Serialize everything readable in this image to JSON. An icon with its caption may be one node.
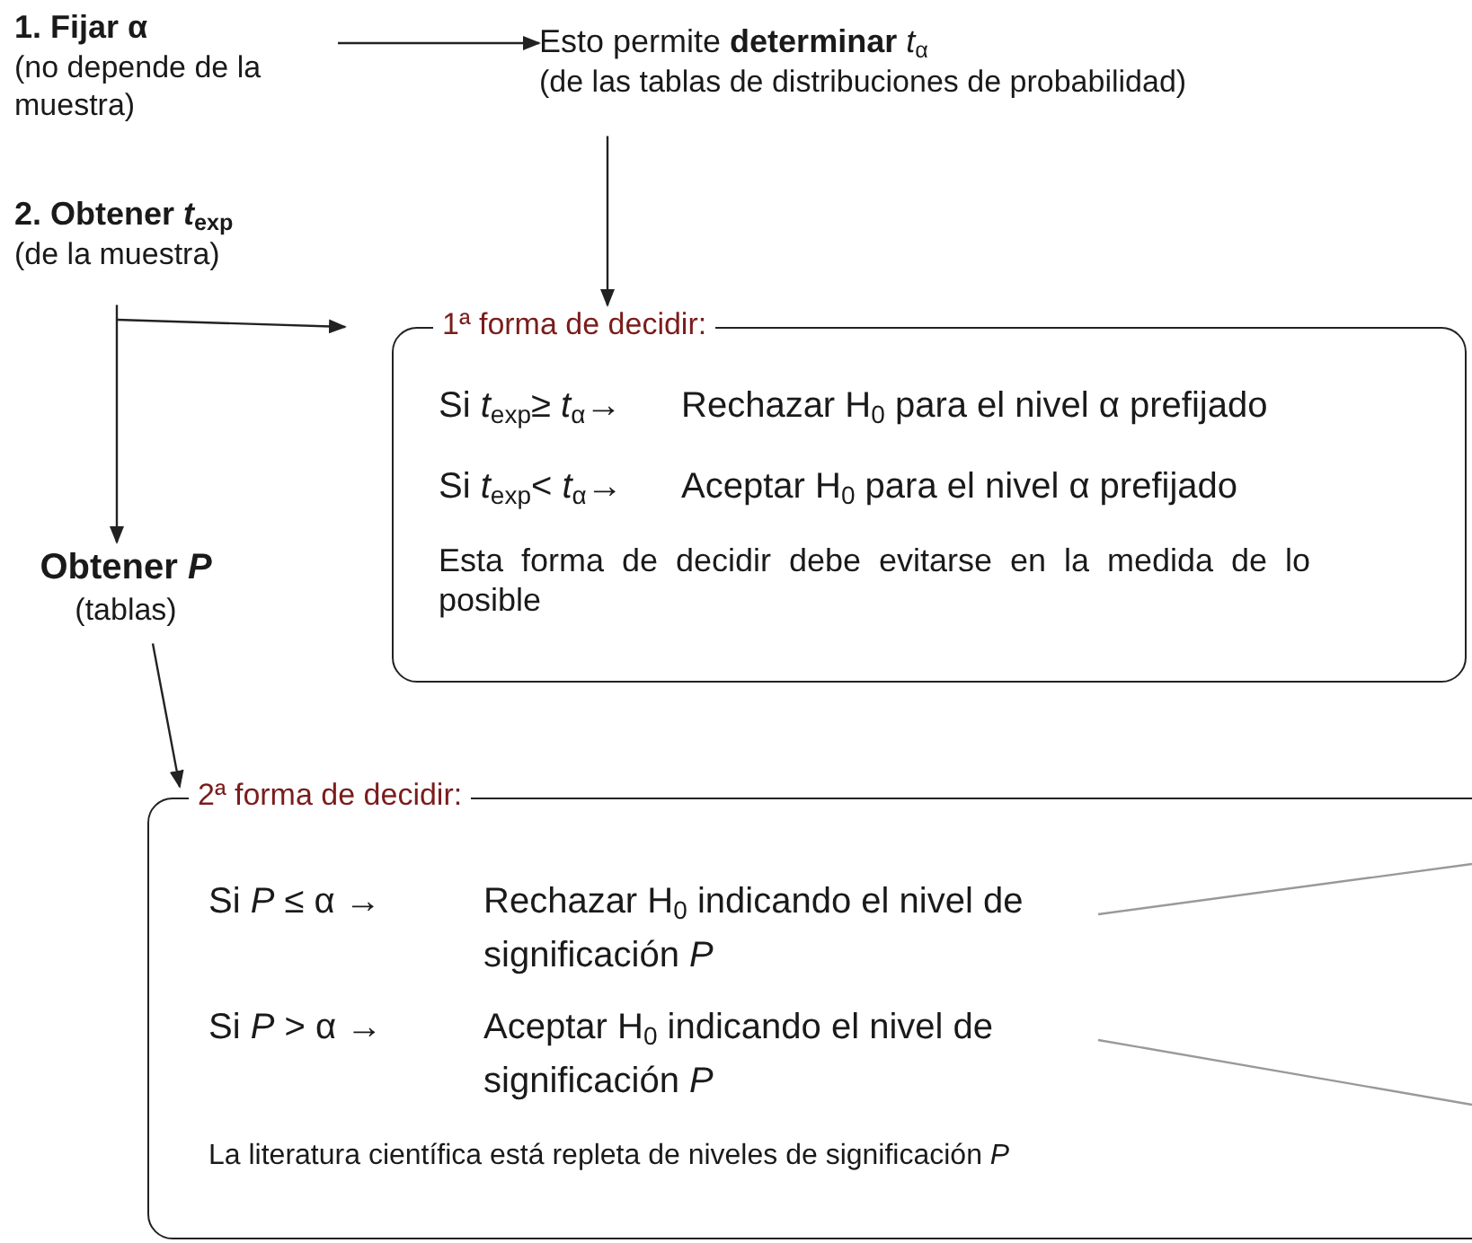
{
  "diagram": {
    "nodes": [
      {
        "text": [
          "1. Fijar α",
          "(no depende de la muestra)"
        ]
      },
      {
        "text": [
          "Esto permite **determinar** *t*$_{α}$",
          "(de las tablas de distribuciones de probabilidad)"
        ]
      },
      {
        "text": [
          "2. Obtener *t*$_{exp}$",
          "(de la muestra)"
        ]
      },
      {
        "text": [
          "1ª forma de decidir:",
          "Si *t*$_{exp}$≥ *t*$_{α}$→",
          "Rechazar H$_{0}$ para el nivel α prefijado",
          "Si *t*$_{exp}$< *t*$_{α}$→",
          "Aceptar H$_{0}$ para el nivel α prefijado",
          "Esta forma de decidir debe evitarse en la medida de lo posible"
        ]
      },
      {
        "text": [
          "Obtener *P*",
          "(tablas)"
        ]
      },
      {
        "text": [
          "2ª forma de decidir:",
          "La literatura científica está repleta de niveles de significación *P*"
        ]
      },
      {
        "text": [
          "Si *P* ≤ α →",
          "Rechazar H$_{0}$ indicando el nivel de significación *P*"
        ],
        "in": 5
      },
      {
        "text": [
          "Si *P* > α →",
          "Aceptar H$_{0}$ indicando el nivel de significación *P*"
        ],
        "in": 5
      }
    ],
    "edges": [
      {
        "from": 0,
        "to": 1,
        "arrow": "to"
      },
      {
        "from": 1,
        "to": 3,
        "arrow": "to"
      },
      {
        "from": 2,
        "to": 3,
        "arrow": "to"
      },
      {
        "from": 2,
        "to": 4,
        "arrow": "to"
      },
      {
        "from": 4,
        "to": 5,
        "arrow": "to"
      },
      {
        "from": 6,
        "to": null,
        "arrow": "none",
        "color": "#999999"
      },
      {
        "from": 7,
        "to": null,
        "arrow": "none",
        "color": "#999999"
      }
    ]
  }
}
